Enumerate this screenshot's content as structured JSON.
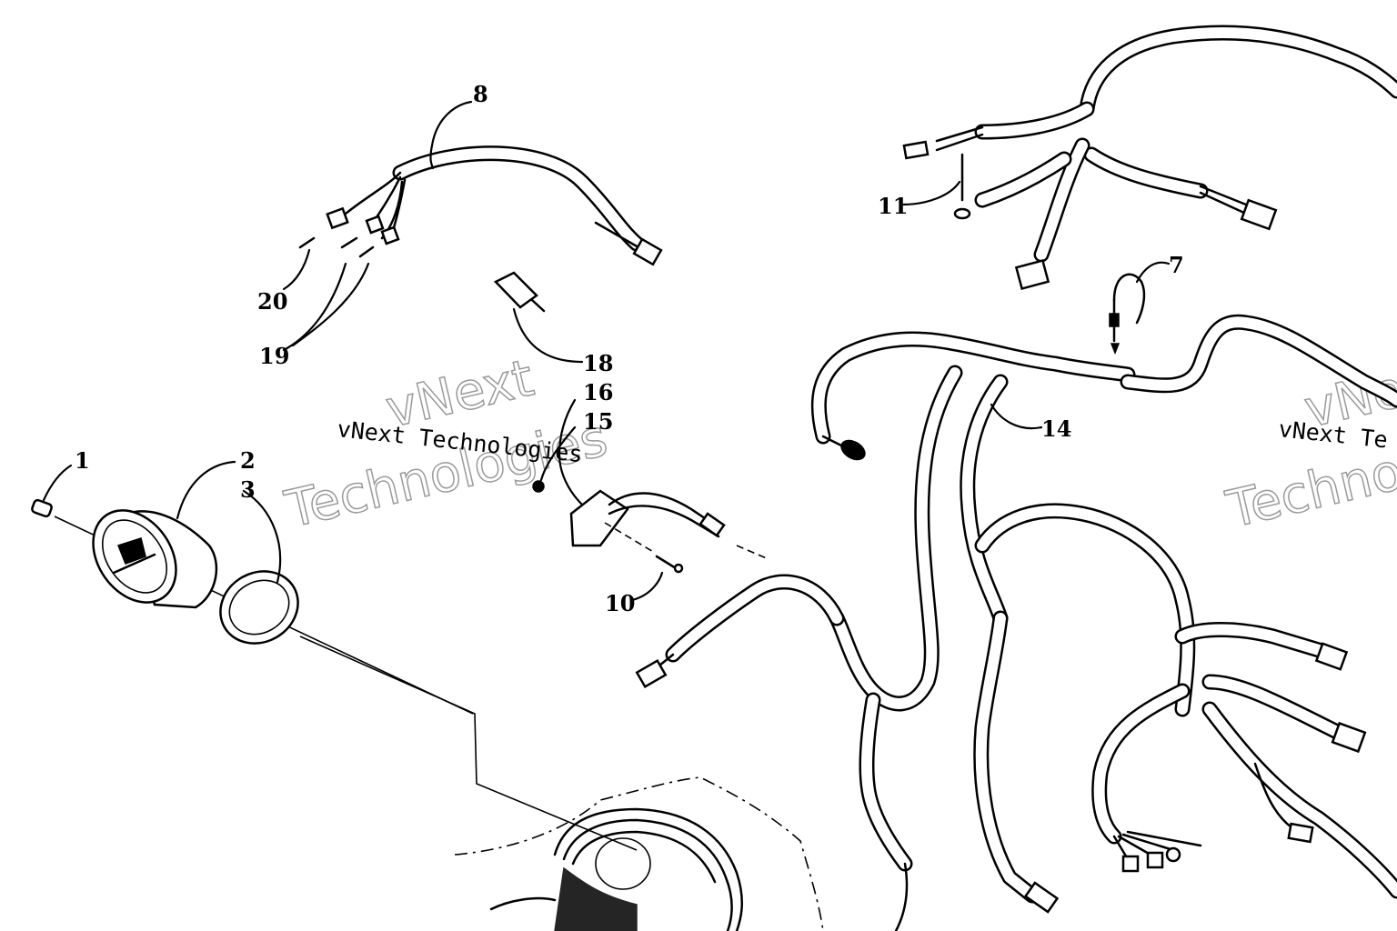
{
  "diagram": {
    "callouts": {
      "c1": "1",
      "c2": "2",
      "c3": "3",
      "c7": "7",
      "c8": "8",
      "c10": "10",
      "c11": "11",
      "c14": "14",
      "c15": "15",
      "c16": "16",
      "c18": "18",
      "c19": "19",
      "c20": "20"
    },
    "watermark": {
      "line1": "vNext Technologies",
      "big_top": "vNext",
      "big_bottom": "Technologies",
      "right_line1": "vNext Te",
      "right_big_top": "vNe",
      "right_big_bottom": "Techno"
    }
  }
}
